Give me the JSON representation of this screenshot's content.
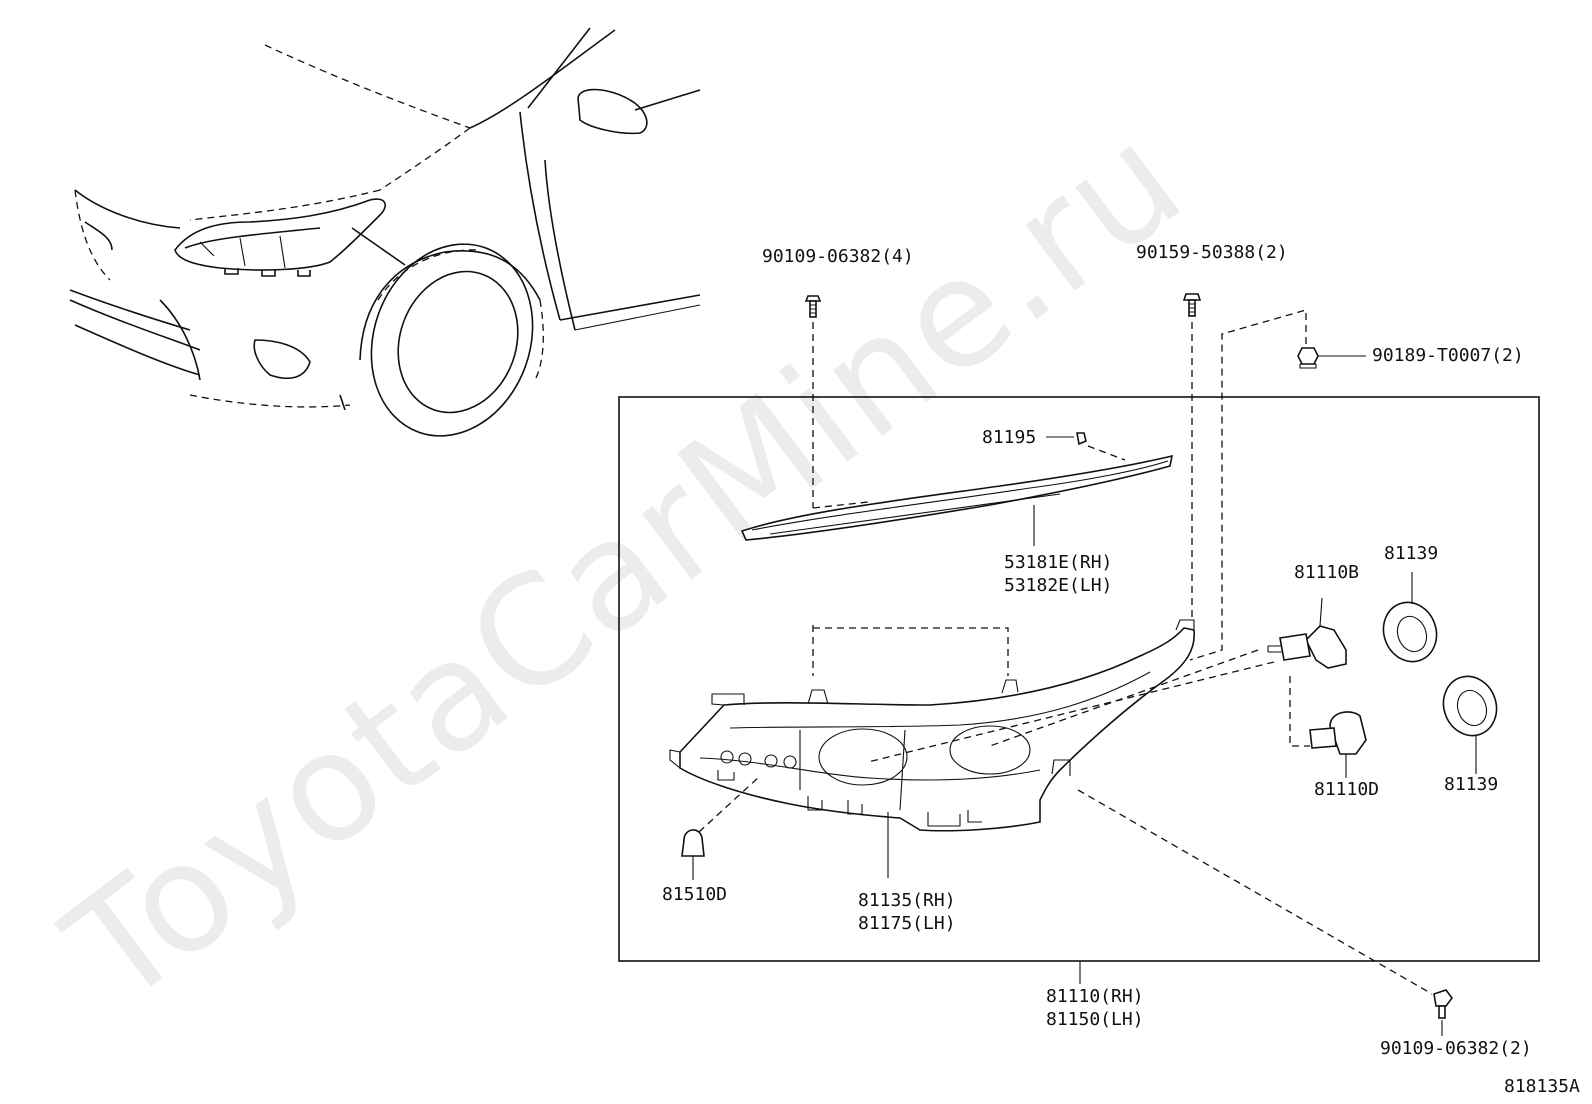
{
  "watermark": "ToyotaCarMine.ru",
  "diagram_code": "818135A",
  "parts": {
    "bolt_top_left": "90109-06382(4)",
    "screw_top_right": "90159-50388(2)",
    "clip": "90189-T0007(2)",
    "screw_small": "81195",
    "garnish_rh": "53181E(RH)",
    "garnish_lh": "53182E(LH)",
    "bulb_b": "81110B",
    "cover_upper": "81139",
    "bulb_d": "81110D",
    "cover_lower": "81139",
    "side_bulb": "81510D",
    "housing_rh": "81135(RH)",
    "housing_lh": "81175(LH)",
    "assy_rh": "81110(RH)",
    "assy_lh": "81150(LH)",
    "bolt_bottom": "90109-06382(2)"
  }
}
